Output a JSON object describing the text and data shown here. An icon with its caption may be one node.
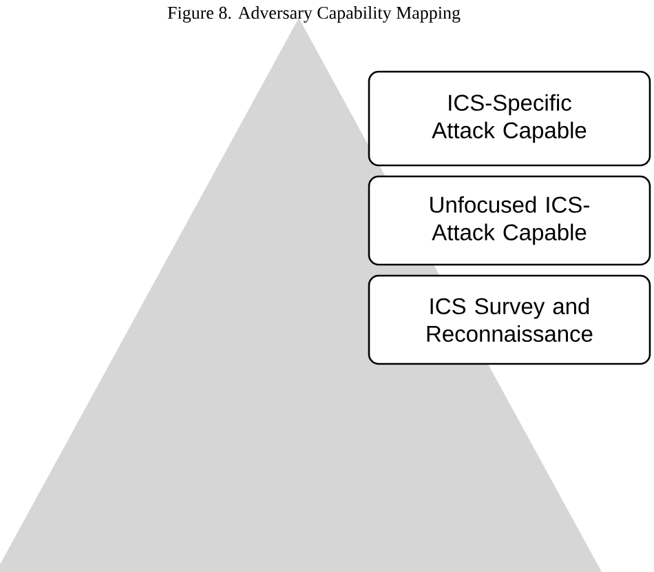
{
  "diagram": {
    "title": "Figure 8. Adversary Capability Mapping",
    "nodes": [
      {
        "text": [
          "ICS-Specific Attack Capable"
        ]
      },
      {
        "text": [
          "Unfocused ICS-Attack Capable"
        ]
      },
      {
        "text": [
          "ICS Survey and Reconnaissance"
        ]
      }
    ]
  }
}
